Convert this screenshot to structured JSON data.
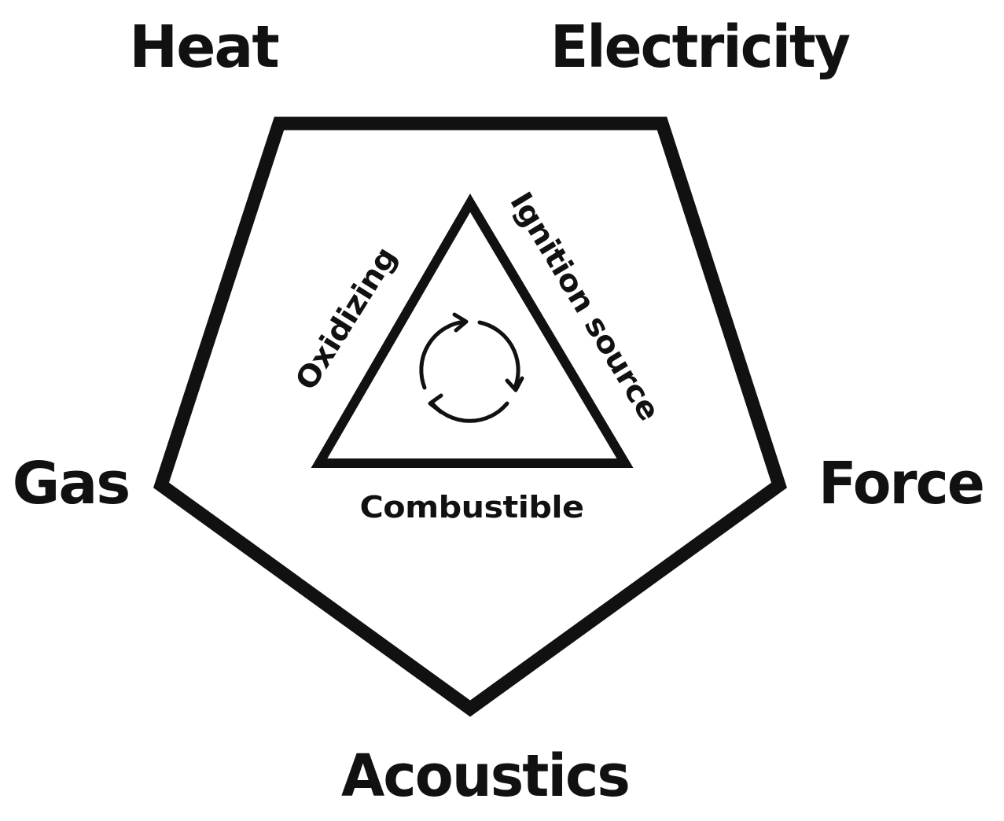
{
  "diagram": {
    "outer_labels": {
      "heat": "Heat",
      "electricity": "Electricity",
      "gas": "Gas",
      "force": "Force",
      "acoustics": "Acoustics"
    },
    "inner_labels": {
      "oxidizing": "Oxidizing",
      "ignition_source": "Ignition source",
      "combustible": "Combustible"
    },
    "icons": {
      "center": "cycle-arrows-icon"
    },
    "colors": {
      "stroke": "#111111",
      "background": "#ffffff"
    }
  }
}
